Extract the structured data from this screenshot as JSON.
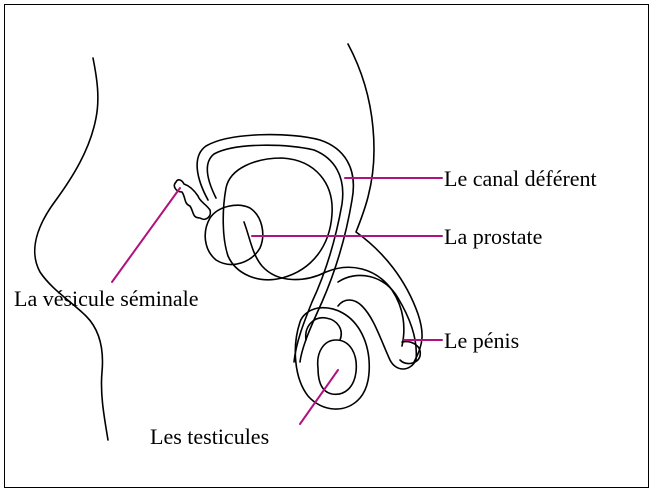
{
  "diagram": {
    "labels": {
      "canal_deferent": "Le canal déférent",
      "prostate": "La prostate",
      "vesicule": "La vésicule séminale",
      "penis": "Le pénis",
      "testicules": "Les testicules"
    },
    "colors": {
      "leader_line": "#b0127f",
      "outline": "#000000",
      "frame": "#000000",
      "background": "#ffffff"
    }
  }
}
